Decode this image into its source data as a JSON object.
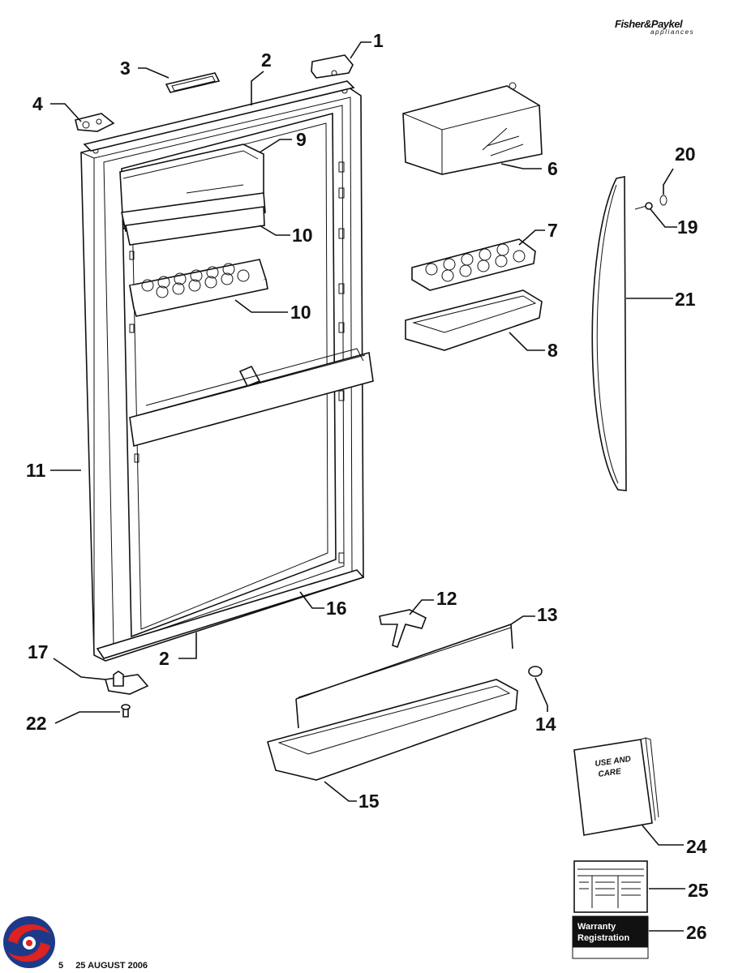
{
  "brand": {
    "name": "Fisher&Paykel",
    "sub": "appliances"
  },
  "labels": {
    "l1": "1",
    "l2a": "2",
    "l2b": "2",
    "l3": "3",
    "l4": "4",
    "l6": "6",
    "l7": "7",
    "l8": "8",
    "l9": "9",
    "l10a": "10",
    "l10b": "10",
    "l11": "11",
    "l12": "12",
    "l13": "13",
    "l14": "14",
    "l15": "15",
    "l16": "16",
    "l17": "17",
    "l19": "19",
    "l20": "20",
    "l21": "21",
    "l22": "22",
    "l24": "24",
    "l25": "25",
    "l26": "26"
  },
  "booklet": {
    "line1": "USE AND",
    "line2": "CARE"
  },
  "warranty": {
    "line1": "Warranty",
    "line2": "Registration"
  },
  "footer": {
    "page": "5",
    "date": "25 AUGUST 2006"
  }
}
